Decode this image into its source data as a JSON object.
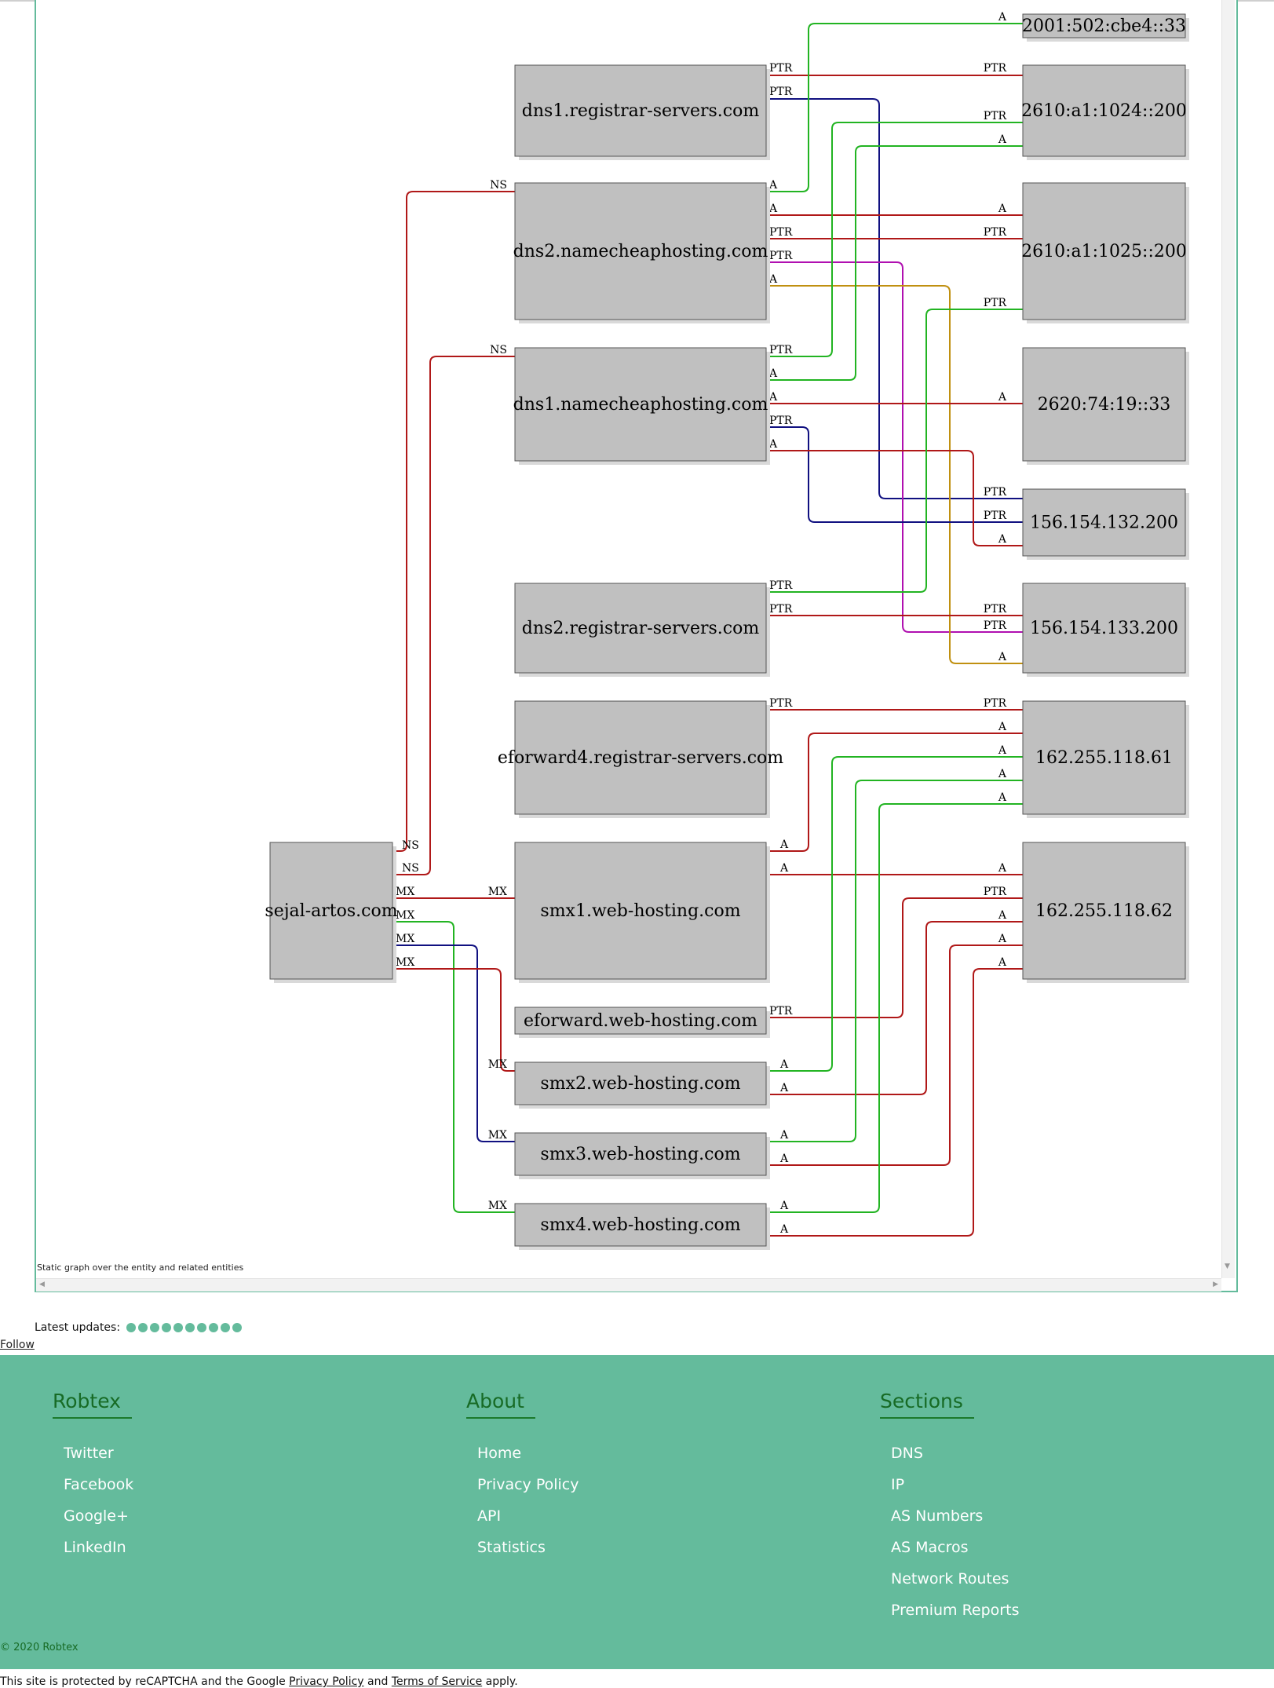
{
  "graph": {
    "caption": "Static graph over the entity and related entities",
    "nodes": [
      {
        "id": "v6a",
        "label": "2001:502:cbe4::33"
      },
      {
        "id": "dns1rs",
        "label": "dns1.registrar-servers.com"
      },
      {
        "id": "v6b",
        "label": "2610:a1:1024::200"
      },
      {
        "id": "dns2nc",
        "label": "dns2.namecheaphosting.com"
      },
      {
        "id": "v6c",
        "label": "2610:a1:1025::200"
      },
      {
        "id": "dns1nc",
        "label": "dns1.namecheaphosting.com"
      },
      {
        "id": "v6d",
        "label": "2620:74:19::33"
      },
      {
        "id": "ip132",
        "label": "156.154.132.200"
      },
      {
        "id": "dns2rs",
        "label": "dns2.registrar-servers.com"
      },
      {
        "id": "ip133",
        "label": "156.154.133.200"
      },
      {
        "id": "efw4",
        "label": "eforward4.registrar-servers.com"
      },
      {
        "id": "ip61",
        "label": "162.255.118.61"
      },
      {
        "id": "sejal",
        "label": "sejal-artos.com"
      },
      {
        "id": "smx1",
        "label": "smx1.web-hosting.com"
      },
      {
        "id": "ip62",
        "label": "162.255.118.62"
      },
      {
        "id": "efw",
        "label": "eforward.web-hosting.com"
      },
      {
        "id": "smx2",
        "label": "smx2.web-hosting.com"
      },
      {
        "id": "smx3",
        "label": "smx3.web-hosting.com"
      },
      {
        "id": "smx4",
        "label": "smx4.web-hosting.com"
      }
    ],
    "edge_labels": {
      "ptr": "PTR",
      "a": "A",
      "ns": "NS",
      "mx": "MX"
    },
    "colors": {
      "red": "#b01818",
      "green": "#22b422",
      "navy": "#101080",
      "magenta": "#b010b0",
      "gold": "#c09010"
    }
  },
  "updates": {
    "label": "Latest updates:",
    "count": 10
  },
  "follow": "Follow",
  "footer": {
    "columns": [
      {
        "heading": "Robtex",
        "links": [
          "Twitter",
          "Facebook",
          "Google+",
          "LinkedIn"
        ]
      },
      {
        "heading": "About",
        "links": [
          "Home",
          "Privacy Policy",
          "API",
          "Statistics"
        ]
      },
      {
        "heading": "Sections",
        "links": [
          "DNS",
          "IP",
          "AS Numbers",
          "AS Macros",
          "Network Routes",
          "Premium Reports"
        ]
      }
    ],
    "copyright": "© 2020 Robtex"
  },
  "recaptcha": {
    "prefix": "This site is protected by reCAPTCHA and the Google",
    "privacy": "Privacy Policy",
    "and": "and",
    "terms": "Terms of Service",
    "suffix": "apply."
  }
}
